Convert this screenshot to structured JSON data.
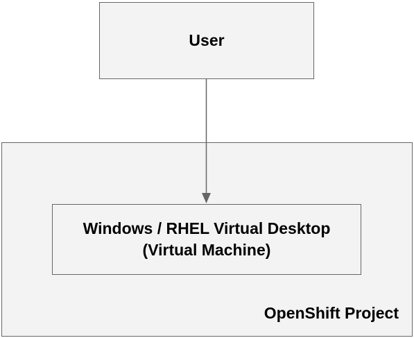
{
  "nodes": {
    "user": {
      "label": "User"
    },
    "vm": {
      "line1": "Windows / RHEL Virtual Desktop",
      "line2": "(Virtual Machine)"
    },
    "project": {
      "label": "OpenShift Project"
    }
  },
  "edges": [
    {
      "from": "user",
      "to": "vm"
    }
  ],
  "colors": {
    "box_fill": "#f3f3f3",
    "box_border": "#666666",
    "arrow": "#666666",
    "text": "#000000"
  }
}
